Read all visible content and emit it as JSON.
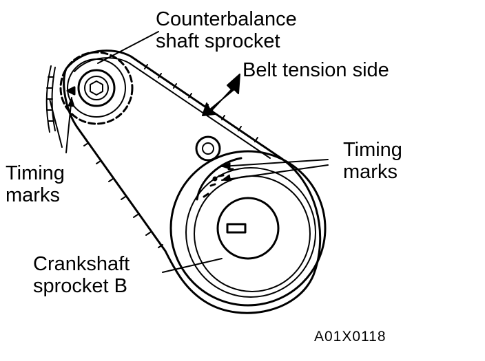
{
  "labels": {
    "counterbalance_line1": "Counterbalance",
    "counterbalance_line2": "shaft sprocket",
    "belt_tension_side": "Belt tension side",
    "timing_marks_right_line1": "Timing",
    "timing_marks_right_line2": "marks",
    "timing_marks_left_line1": "Timing",
    "timing_marks_left_line2": "marks",
    "crankshaft_line1": "Crankshaft",
    "crankshaft_line2": "sprocket B",
    "figure_code": "A01X0118"
  },
  "colors": {
    "ink": "#000000",
    "paper": "#ffffff"
  }
}
